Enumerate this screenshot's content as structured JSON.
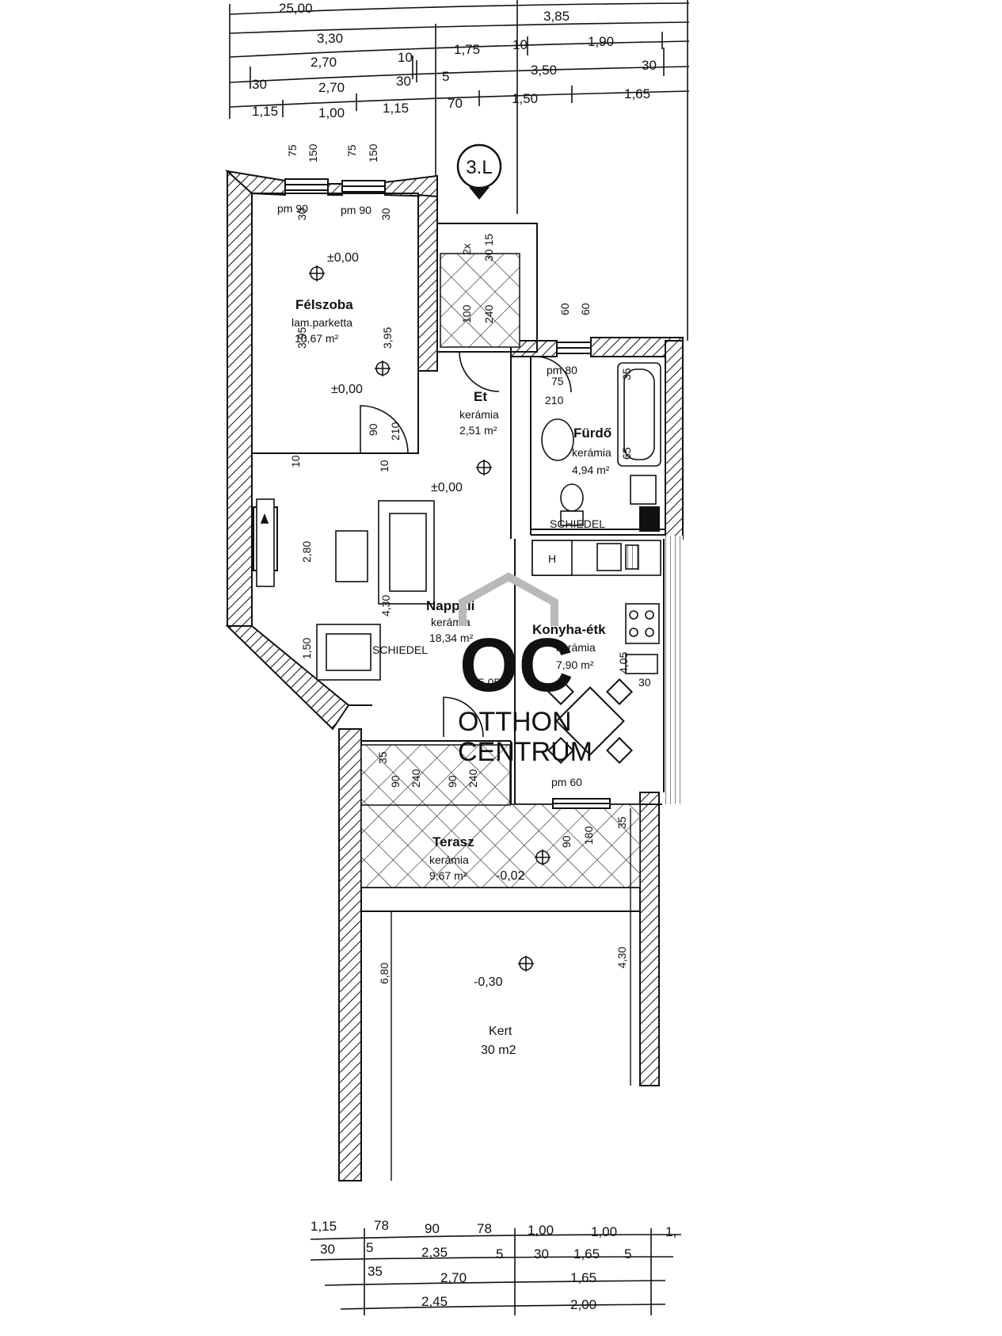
{
  "badge": {
    "label": "3.L"
  },
  "top_dims": {
    "row1": [
      "25,00",
      "3,85"
    ],
    "row2": [
      "3,30",
      "1,75",
      "10",
      "1,90"
    ],
    "row3": [
      "2,70",
      "10",
      "3,50",
      "30"
    ],
    "row4": [
      "30",
      "2,70",
      "30",
      "5"
    ],
    "row5": [
      "1,15",
      "1,00",
      "1,15",
      "70",
      "1,50",
      "1,65"
    ]
  },
  "bottom_dims": {
    "row1": [
      "1,15",
      "78",
      "90",
      "78",
      "1,00",
      "1,00",
      "1,"
    ],
    "row2": [
      "30",
      "5",
      "2,35",
      "5",
      "30",
      "1,65",
      "5"
    ],
    "row3": [
      "35",
      "2,70",
      "1,65"
    ],
    "row4": [
      "2,45",
      "2,00"
    ]
  },
  "rooms": {
    "felszoba": {
      "name": "Félszoba",
      "material": "lam.parketta",
      "area": "10,67 m²"
    },
    "et": {
      "name": "Et",
      "material": "kerámia",
      "area": "2,51 m²"
    },
    "furdo": {
      "name": "Fürdő",
      "material": "kerámia",
      "area": "4,94 m²"
    },
    "nappali": {
      "name": "Nappali",
      "material": "kerámia",
      "area": "18,34 m²"
    },
    "konyha": {
      "name": "Konyha-étk",
      "material": "kerámia",
      "area": "7,90 m²"
    },
    "terasz": {
      "name": "Terasz",
      "material": "kerámia",
      "area": "9,67 m²"
    },
    "kert": {
      "name": "Kert",
      "area": "30 m2"
    }
  },
  "levels": {
    "zero": "±0,00",
    "terasz": "-0,02",
    "kert": "-0,30"
  },
  "labels": {
    "window_75a": "75",
    "window_150a": "150",
    "window_75b": "75",
    "window_150b": "150",
    "pm90a": "pm 90",
    "pm90b": "pm 90",
    "d30a": "30",
    "d30b": "30",
    "shaft_2x": "2x",
    "shaft_30_15": "30 15",
    "shaft_100": "100",
    "shaft_240": "240",
    "w60a": "60",
    "w60b": "60",
    "d395a": "3,95",
    "d395b": "3,95",
    "door90": "90",
    "door210": "210",
    "d10a": "10",
    "d10b": "10",
    "pm80": "pm 80",
    "d751": "75",
    "d210b": "210",
    "d35": "35",
    "d65": "65",
    "schiedel1": "SCHIEDEL",
    "schiedel2": "SCHIEDEL",
    "h": "H",
    "d280": "2,80",
    "d430": "4,30",
    "d150": "1,50",
    "d505": "5,05",
    "d405": "4,05",
    "d30c": "30",
    "t35": "35",
    "t90a": "90",
    "t240a": "240",
    "t90b": "90",
    "t240b": "240",
    "pm60": "pm 60",
    "t90c": "90",
    "t180": "180",
    "t35b": "35",
    "d680": "6,80",
    "d430b": "4,30"
  },
  "watermark": {
    "line1": "OTTHON",
    "line2": "CENTRUM",
    "monogram": "OC"
  },
  "colors": {
    "line": "#111111",
    "watermark": "#b9b9b9",
    "background": "#ffffff"
  }
}
